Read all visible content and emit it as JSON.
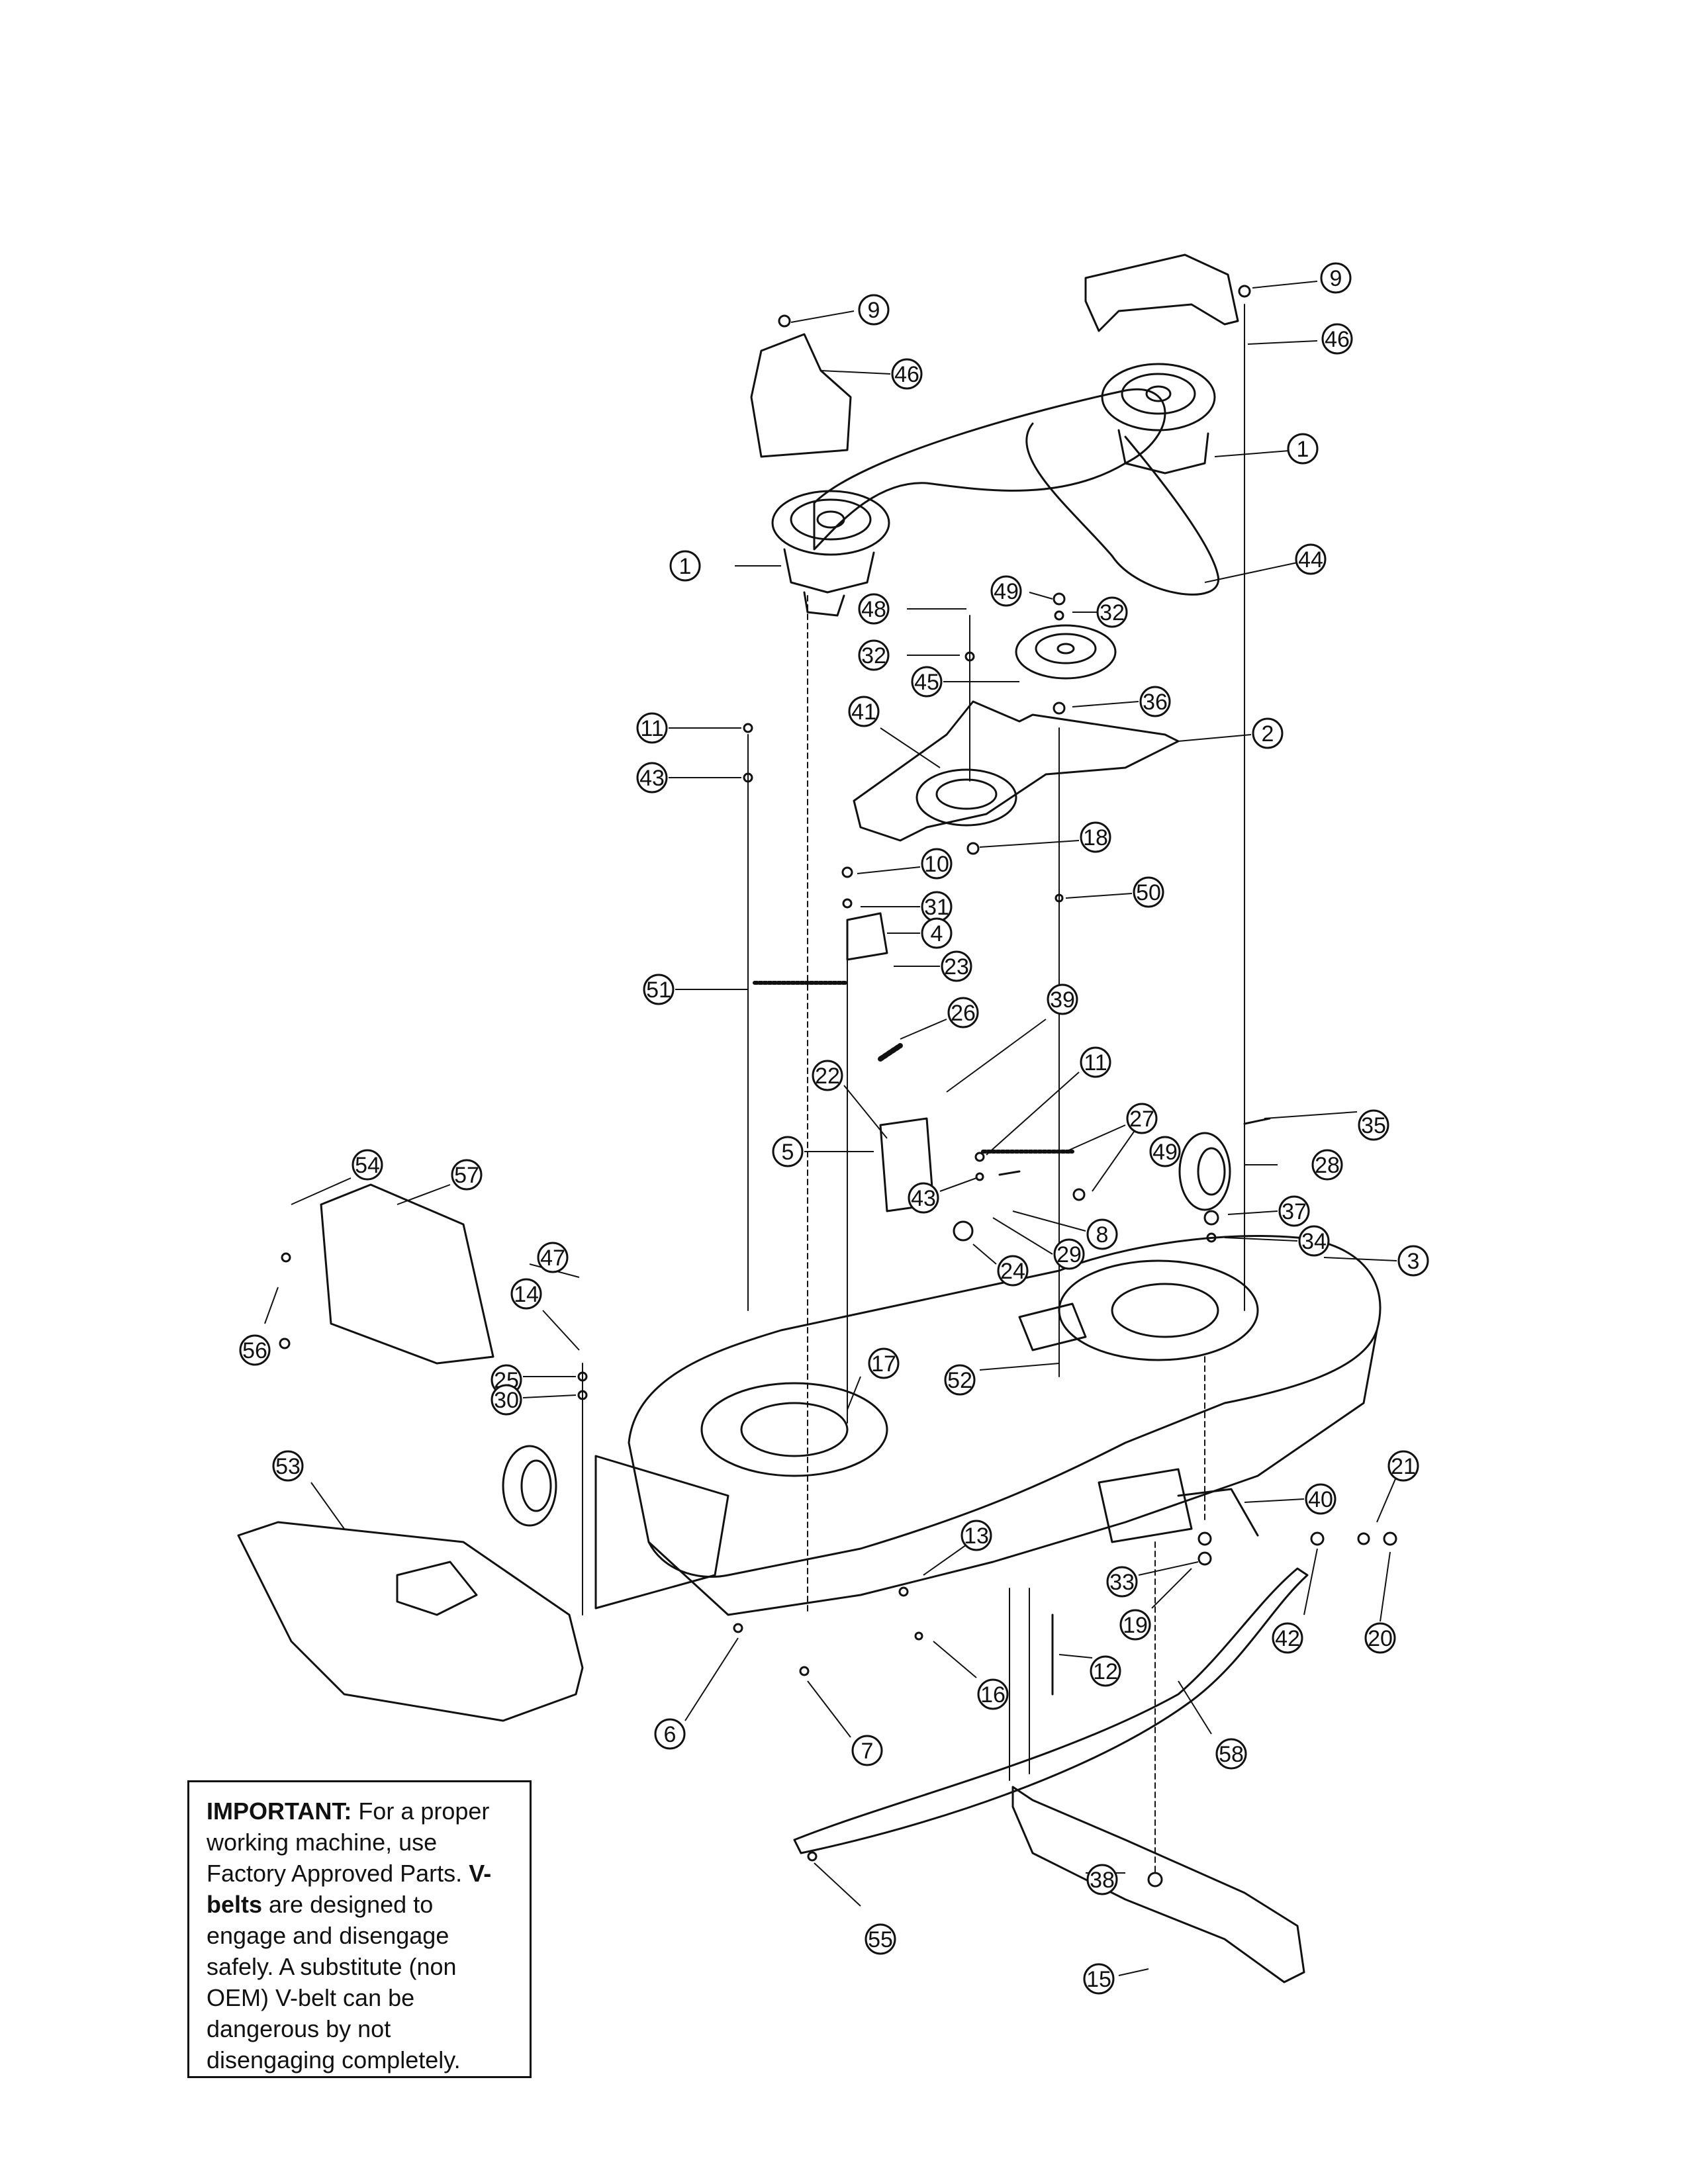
{
  "note": {
    "important_label": "IMPORTANT:",
    "important_text": " For a proper working machine, use Factory Approved Parts.",
    "vbelts_label": "V-belts",
    "vbelts_text": " are designed to engage and disengage safely. A substitute (non OEM) V-belt can be dangerous by not disengaging completely."
  },
  "callouts": [
    {
      "id": "c9a",
      "label": "9"
    },
    {
      "id": "c9b",
      "label": "9"
    },
    {
      "id": "c46a",
      "label": "46"
    },
    {
      "id": "c46b",
      "label": "46"
    },
    {
      "id": "c1a",
      "label": "1"
    },
    {
      "id": "c1b",
      "label": "1"
    },
    {
      "id": "c44",
      "label": "44"
    },
    {
      "id": "c49a",
      "label": "49"
    },
    {
      "id": "c32a",
      "label": "32"
    },
    {
      "id": "c48",
      "label": "48"
    },
    {
      "id": "c32b",
      "label": "32"
    },
    {
      "id": "c45",
      "label": "45"
    },
    {
      "id": "c36",
      "label": "36"
    },
    {
      "id": "c11a",
      "label": "11"
    },
    {
      "id": "c41",
      "label": "41"
    },
    {
      "id": "c2",
      "label": "2"
    },
    {
      "id": "c43a",
      "label": "43"
    },
    {
      "id": "c18",
      "label": "18"
    },
    {
      "id": "c10",
      "label": "10"
    },
    {
      "id": "c31",
      "label": "31"
    },
    {
      "id": "c50",
      "label": "50"
    },
    {
      "id": "c4",
      "label": "4"
    },
    {
      "id": "c23",
      "label": "23"
    },
    {
      "id": "c51",
      "label": "51"
    },
    {
      "id": "c26",
      "label": "26"
    },
    {
      "id": "c39",
      "label": "39"
    },
    {
      "id": "c22",
      "label": "22"
    },
    {
      "id": "c11b",
      "label": "11"
    },
    {
      "id": "c27",
      "label": "27"
    },
    {
      "id": "c35",
      "label": "35"
    },
    {
      "id": "c49b",
      "label": "49"
    },
    {
      "id": "c28",
      "label": "28"
    },
    {
      "id": "c5",
      "label": "5"
    },
    {
      "id": "c43b",
      "label": "43"
    },
    {
      "id": "c37",
      "label": "37"
    },
    {
      "id": "c8",
      "label": "8"
    },
    {
      "id": "c34",
      "label": "34"
    },
    {
      "id": "c29",
      "label": "29"
    },
    {
      "id": "c3",
      "label": "3"
    },
    {
      "id": "c24",
      "label": "24"
    },
    {
      "id": "c54",
      "label": "54"
    },
    {
      "id": "c57",
      "label": "57"
    },
    {
      "id": "c47",
      "label": "47"
    },
    {
      "id": "c14",
      "label": "14"
    },
    {
      "id": "c56",
      "label": "56"
    },
    {
      "id": "c17",
      "label": "17"
    },
    {
      "id": "c52",
      "label": "52"
    },
    {
      "id": "c25",
      "label": "25"
    },
    {
      "id": "c30",
      "label": "30"
    },
    {
      "id": "c53",
      "label": "53"
    },
    {
      "id": "c21",
      "label": "21"
    },
    {
      "id": "c40",
      "label": "40"
    },
    {
      "id": "c13",
      "label": "13"
    },
    {
      "id": "c33",
      "label": "33"
    },
    {
      "id": "c19",
      "label": "19"
    },
    {
      "id": "c42",
      "label": "42"
    },
    {
      "id": "c20",
      "label": "20"
    },
    {
      "id": "c12",
      "label": "12"
    },
    {
      "id": "c16",
      "label": "16"
    },
    {
      "id": "c6",
      "label": "6"
    },
    {
      "id": "c7",
      "label": "7"
    },
    {
      "id": "c58",
      "label": "58"
    },
    {
      "id": "c38",
      "label": "38"
    },
    {
      "id": "c55",
      "label": "55"
    },
    {
      "id": "c15",
      "label": "15"
    }
  ]
}
